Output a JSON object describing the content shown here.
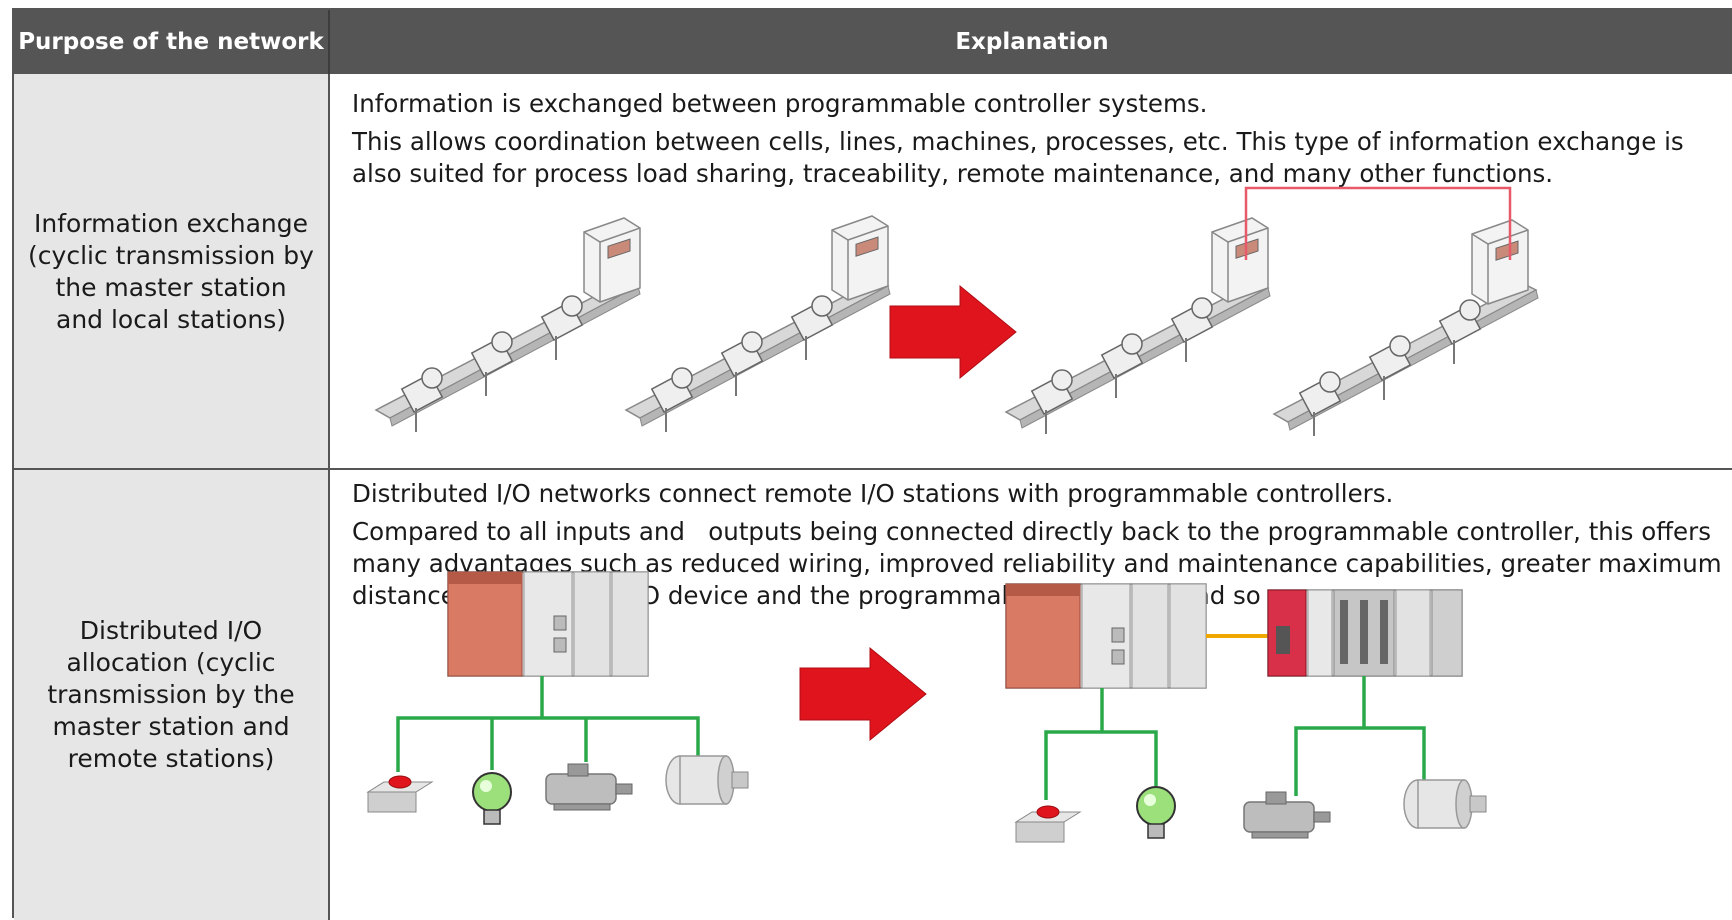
{
  "header": {
    "col1": "Purpose of the network",
    "col2": "Explanation"
  },
  "rows": [
    {
      "purpose": "Information exchange (cyclic transmission by the master station and local stations)",
      "line1": "Information is exchanged between programmable controller systems.",
      "line2": "This allows coordination between cells, lines, machines, processes, etc. This type of information exchange is also suited for process load sharing, traceability, remote maintenance, and many other functions."
    },
    {
      "purpose": "Distributed I/O allocation (cyclic transmission by the master station and remote stations)",
      "line1": "Distributed I/O networks connect remote I/O stations with programmable controllers.",
      "line2": "Compared to all inputs and   outputs being connected directly back to the programmable controller, this offers many advantages such as reduced wiring, improved reliability and maintenance capabilities, greater maximum distance between the I/O device and the programmable controller, and so on."
    }
  ],
  "colors": {
    "header_bg": "#555555",
    "left_cell_bg": "#e6e6e6",
    "arrow_red": "#e0141c",
    "network_green": "#2aa84a",
    "link_orange": "#f0a800",
    "link_pink": "#e8596a"
  },
  "icons": [
    "red-arrow-icon",
    "conveyor-line-icon",
    "control-cabinet-icon",
    "plc-rack-icon",
    "remote-io-rack-icon",
    "push-button-icon",
    "lamp-icon",
    "motor-icon",
    "sensor-icon"
  ]
}
